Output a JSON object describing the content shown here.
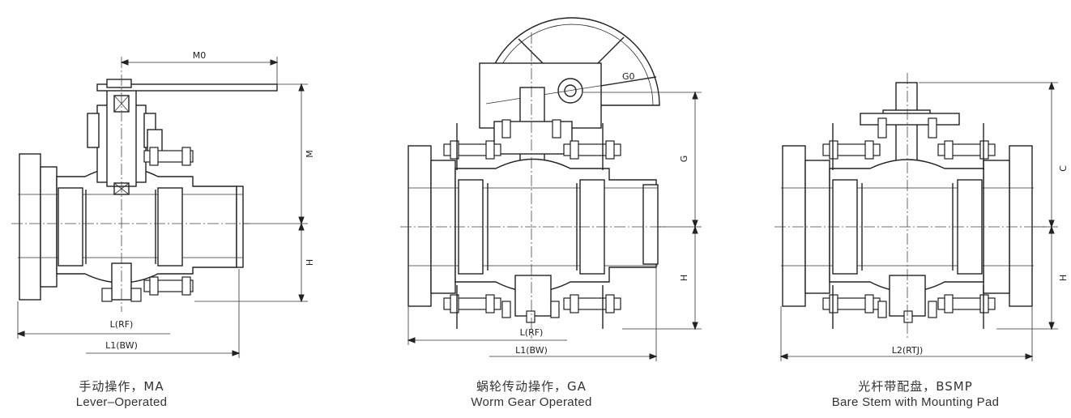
{
  "figures": [
    {
      "id": "lever",
      "dimensions": {
        "m0": "M0",
        "m": "M",
        "h": "H",
        "l_rf": "L(RF)",
        "l1_bw": "L1(BW)"
      },
      "caption_cn": "手动操作，MA",
      "caption_en": "Lever–Operated"
    },
    {
      "id": "gear",
      "dimensions": {
        "g0": "G0",
        "g": "G",
        "h": "H",
        "l_rf": "L(RF)",
        "l1_bw": "L1(BW)"
      },
      "caption_cn": "蜗轮传动操作，GA",
      "caption_en": "Worm Gear Operated"
    },
    {
      "id": "bare",
      "dimensions": {
        "c": "C",
        "h": "H",
        "l2_rtj": "L2(RTJ)"
      },
      "caption_cn": "光杆带配盘，BSMP",
      "caption_en": "Bare Stem with Mounting Pad"
    }
  ],
  "colors": {
    "line": "#222222",
    "text": "#333333"
  }
}
